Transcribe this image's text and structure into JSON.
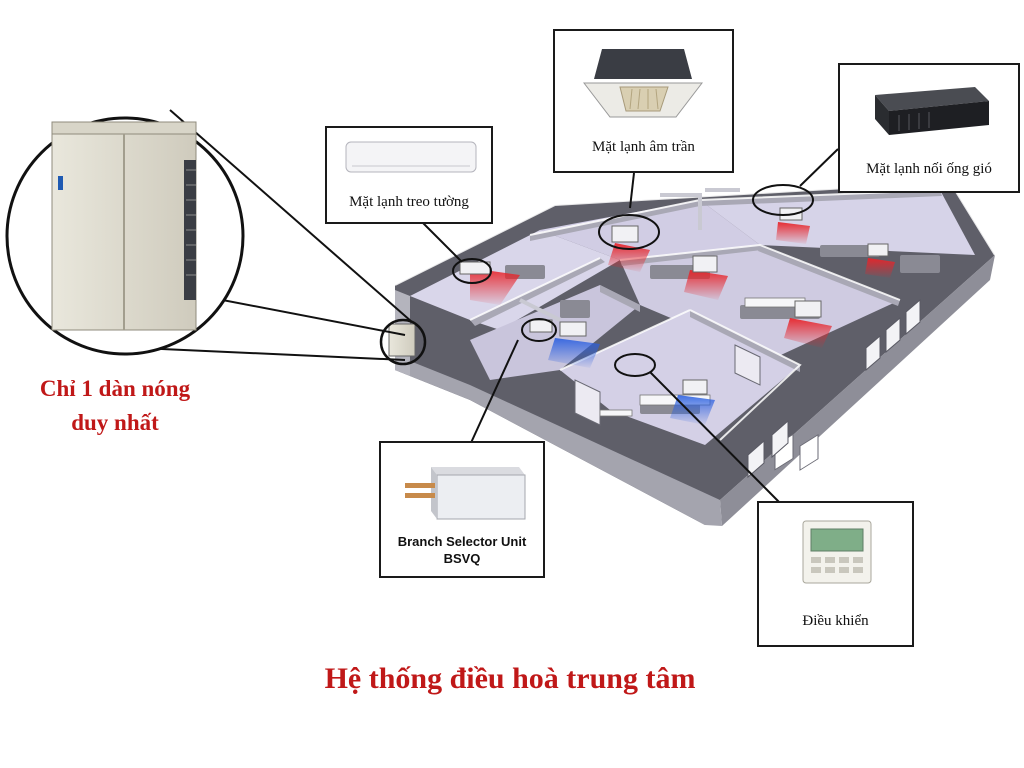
{
  "title": "Hệ thống điều hoà trung tâm",
  "outdoor_unit": {
    "note_line1": "Chỉ 1 dàn nóng",
    "note_line2": "duy nhất",
    "icon": "outdoor-unit-icon"
  },
  "callouts": {
    "wall": "Mặt lạnh treo tường",
    "cassette": "Mặt lạnh âm trần",
    "duct": "Mặt lạnh nối ống gió",
    "branch_line1": "Branch Selector Unit",
    "branch_line2": "BSVQ",
    "controller": "Điều khiển"
  },
  "colors": {
    "title_red": "#c01818",
    "warm_air": "#e8242a",
    "cool_air": "#2a5fe0",
    "wall_gray": "#9b9ba6",
    "floor_gray": "#6d6d78",
    "room_lilac": "#d9d6ea"
  }
}
